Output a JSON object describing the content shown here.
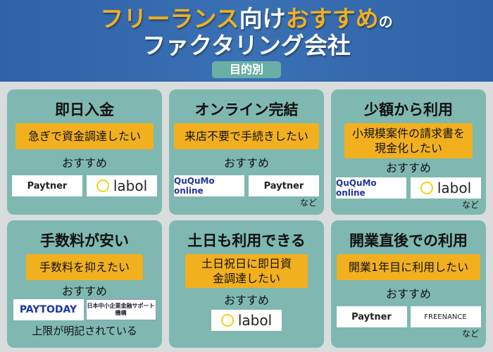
{
  "header": {
    "title_part1": "フリーランス",
    "title_part2": "向け",
    "title_part3": "おすすめ",
    "title_part4": "の",
    "title_line2": "ファクタリング会社",
    "badge": "目的別"
  },
  "colors": {
    "header": "#3a70b4",
    "accent": "#f2b01e",
    "card": "#7fb8b0"
  },
  "recommend_label": "おすすめ",
  "etc_label": "など",
  "cards": [
    {
      "title": "即日入金",
      "need": "急ぎで資金調達したい",
      "logos": [
        "Paytner",
        "labol"
      ]
    },
    {
      "title": "オンライン完結",
      "need": "来店不要で手続きしたい",
      "logos": [
        "QuQuMo online",
        "Paytner"
      ]
    },
    {
      "title": "少額から利用",
      "need": "小規模案件の請求書を現金化したい",
      "logos": [
        "QuQuMo online",
        "labol"
      ]
    },
    {
      "title": "手数料が安い",
      "need": "手数料を抑えたい",
      "logos": [
        "PAYTODAY",
        "日本中小企業金融サポート機構"
      ],
      "note": "上限が明記されている"
    },
    {
      "title": "土日も利用できる",
      "need": "土日祝日に即日資金調達したい",
      "logos": [
        "labol"
      ]
    },
    {
      "title": "開業直後での利用",
      "need": "開業1年目に利用したい",
      "logos": [
        "Paytner",
        "FREENANCE"
      ]
    }
  ]
}
